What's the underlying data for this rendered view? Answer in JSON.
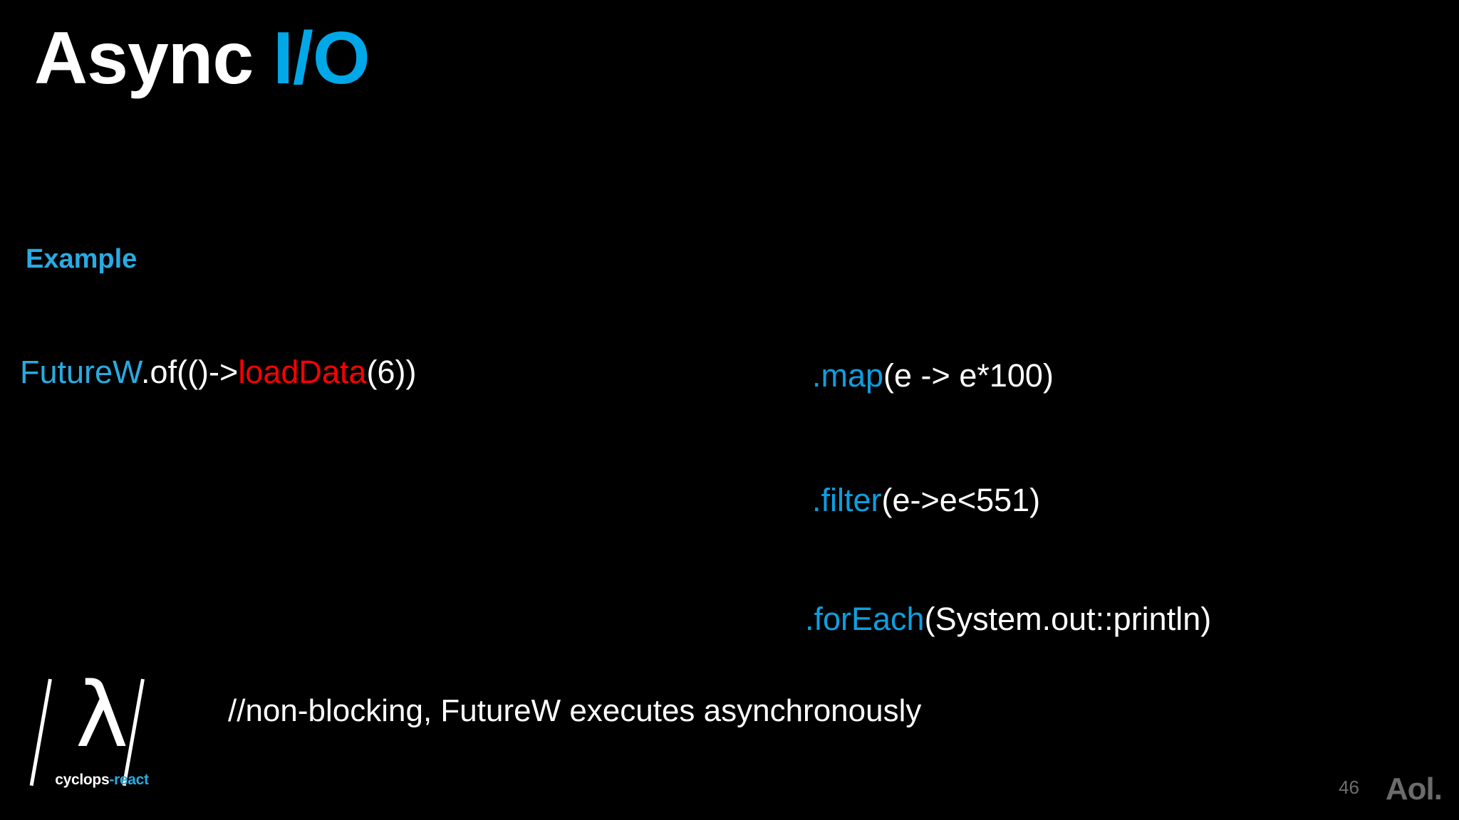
{
  "slide": {
    "title": {
      "main": "Async",
      "accent": "I/O"
    },
    "section_label": "Example",
    "code": {
      "futurew": {
        "type": "FutureW",
        "mid": ".of(()->",
        "call": "loadData",
        "tail": "(6))"
      },
      "map": {
        "method": ".map",
        "args": "(e -> e*100)"
      },
      "filter": {
        "method": ".filter",
        "args": "(e->e<551)"
      },
      "foreach": {
        "method": ".forEach",
        "args": "(System.out::println)"
      }
    },
    "comment": "//non-blocking, FutureW executes asynchronously",
    "logo": {
      "glyph": "λ",
      "word_primary": "cyclops",
      "word_accent": "-react"
    },
    "footer": {
      "page_number": "46",
      "brand": "Aol."
    },
    "colors": {
      "background": "#000000",
      "title_accent": "#00a8e8",
      "identifier_blue": "#29abe2",
      "call_red": "#ff0000",
      "text_white": "#ffffff",
      "footer_gray": "#6b6b6b"
    }
  }
}
